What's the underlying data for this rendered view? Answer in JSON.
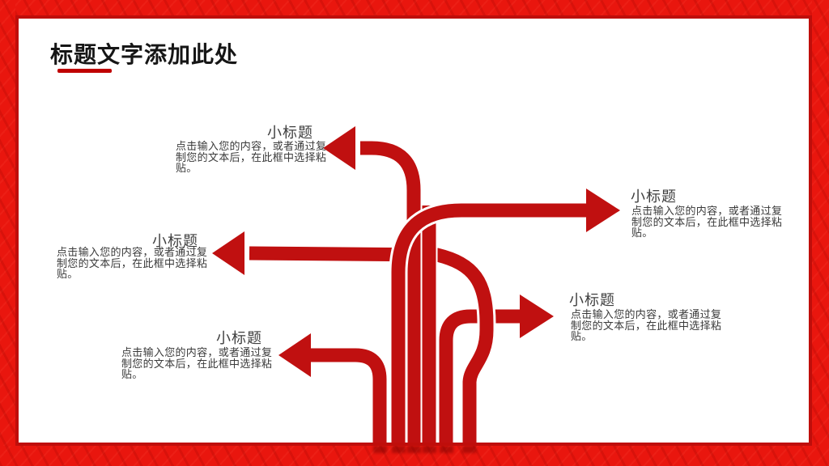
{
  "slide": {
    "title": "标题文字添加此处"
  },
  "items": [
    {
      "label": "小标题",
      "body": "点击输入您的内容，或者通过复制您的文本后，在此框中选择粘贴。"
    },
    {
      "label": "小标题",
      "body": "点击输入您的内容，或者通过复制您的文本后，在此框中选择粘贴。"
    },
    {
      "label": "小标题",
      "body": "点击输入您的内容，或者通过复制您的文本后，在此框中选择粘贴。"
    },
    {
      "label": "小标题",
      "body": "点击输入您的内容，或者通过复制您的文本后，在此框中选择粘贴。"
    },
    {
      "label": "小标题",
      "body": "点击输入您的内容，或者通过复制您的文本后，在此框中选择粘贴。"
    }
  ],
  "colors": {
    "arrow_red": "#c01010",
    "border_red": "#e9160e",
    "border_hairline": "#bf0e0b",
    "underline_red": "#bf0000",
    "title_color": "#161616",
    "label_color": "#3f3f3f",
    "body_color": "#3a3a3a"
  }
}
